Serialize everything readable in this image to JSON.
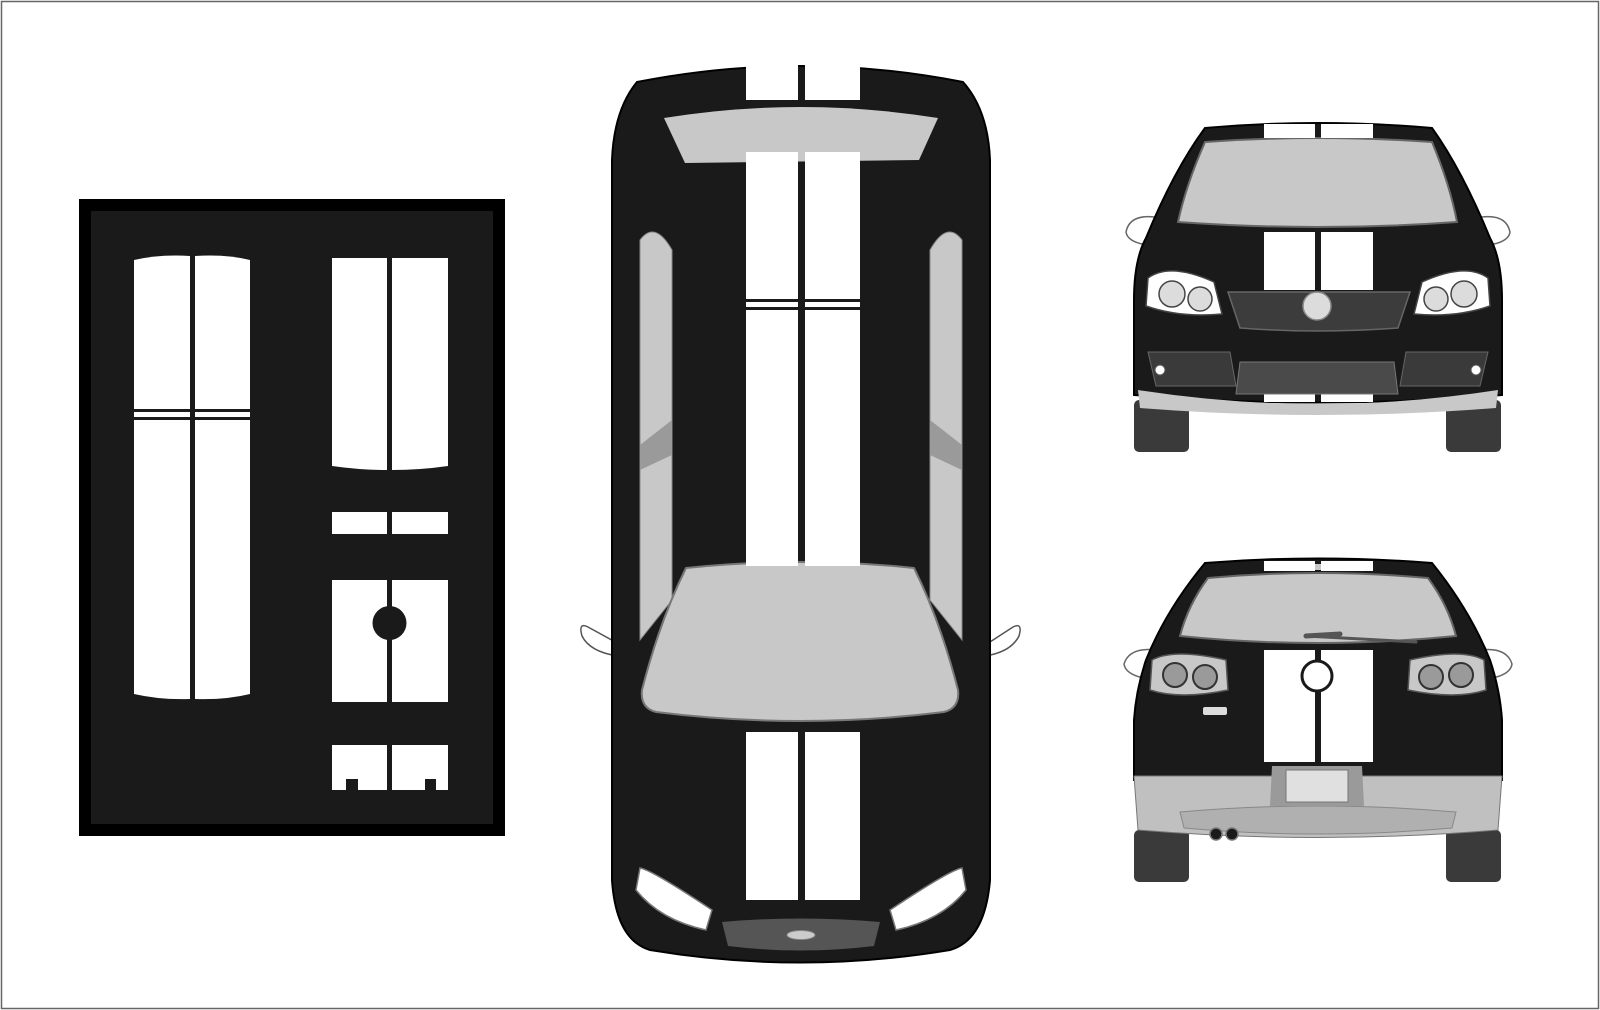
{
  "colors": {
    "body": "#1a1a1a",
    "stripe": "#ffffff",
    "glass": "#c8c8c8",
    "trim": "#9a9a9a",
    "frame": "#000000",
    "page_border": "#666666",
    "tire": "#3a3a3a",
    "bumper_rear": "#c0c0c0"
  },
  "views": [
    "decal-sheet",
    "top-view",
    "front-view",
    "rear-view"
  ]
}
